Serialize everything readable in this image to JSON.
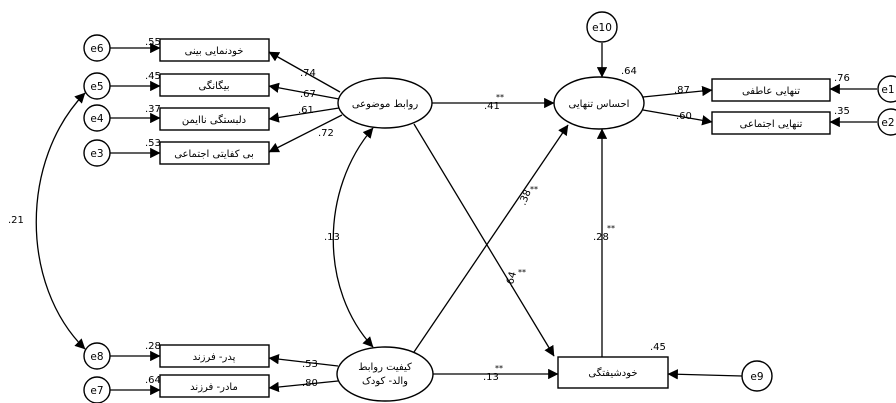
{
  "observed": {
    "self_disclosure": "خودنمایی بینی",
    "alienation": "بیگانگی",
    "unhealthy_attachment": "دلبستگی ناایمن",
    "social_inadequacy": "بی کفایتی اجتماعی",
    "father_child": "پدر- فرزند",
    "mother_child": "مادر- فرزند",
    "emotional_loneliness": "تنهایی عاطفی",
    "social_loneliness": "تنهایی اجتماعی",
    "narcissism": "خودشیفتگی"
  },
  "latent": {
    "object_relations": "روابط موضوعی",
    "loneliness": "احساس تنهایی",
    "parent_child_line1": "کیفیت روابط",
    "parent_child_line2": "والد- کودک"
  },
  "errors": {
    "e1": "e1",
    "e2": "e2",
    "e3": "e3",
    "e4": "e4",
    "e5": "e5",
    "e6": "e6",
    "e7": "e7",
    "e8": "e8",
    "e9": "e9",
    "e10": "e10"
  },
  "coefficients": {
    "r2_e6": ".55",
    "r2_e5": ".45",
    "r2_e4": ".37",
    "r2_e3": ".53",
    "r2_e8": ".28",
    "r2_e7": ".64",
    "r2_e1": ".76",
    "r2_e2": ".35",
    "r2_loneliness": ".64",
    "r2_narcissism": ".45",
    "load_self": ".74",
    "load_alien": ".67",
    "load_attach": ".61",
    "load_social": ".72",
    "load_father": ".53",
    "load_mother": ".80",
    "load_emotional": ".87",
    "load_social_lonely": ".60",
    "cov_e5_e8": ".21",
    "cov_or_pc": ".13",
    "path_or_lonely": ".41",
    "path_or_narc": ".64",
    "path_pc_lonely": ".38",
    "path_pc_narc": ".13",
    "path_narc_lonely": ".28",
    "sig_marker": "**"
  }
}
